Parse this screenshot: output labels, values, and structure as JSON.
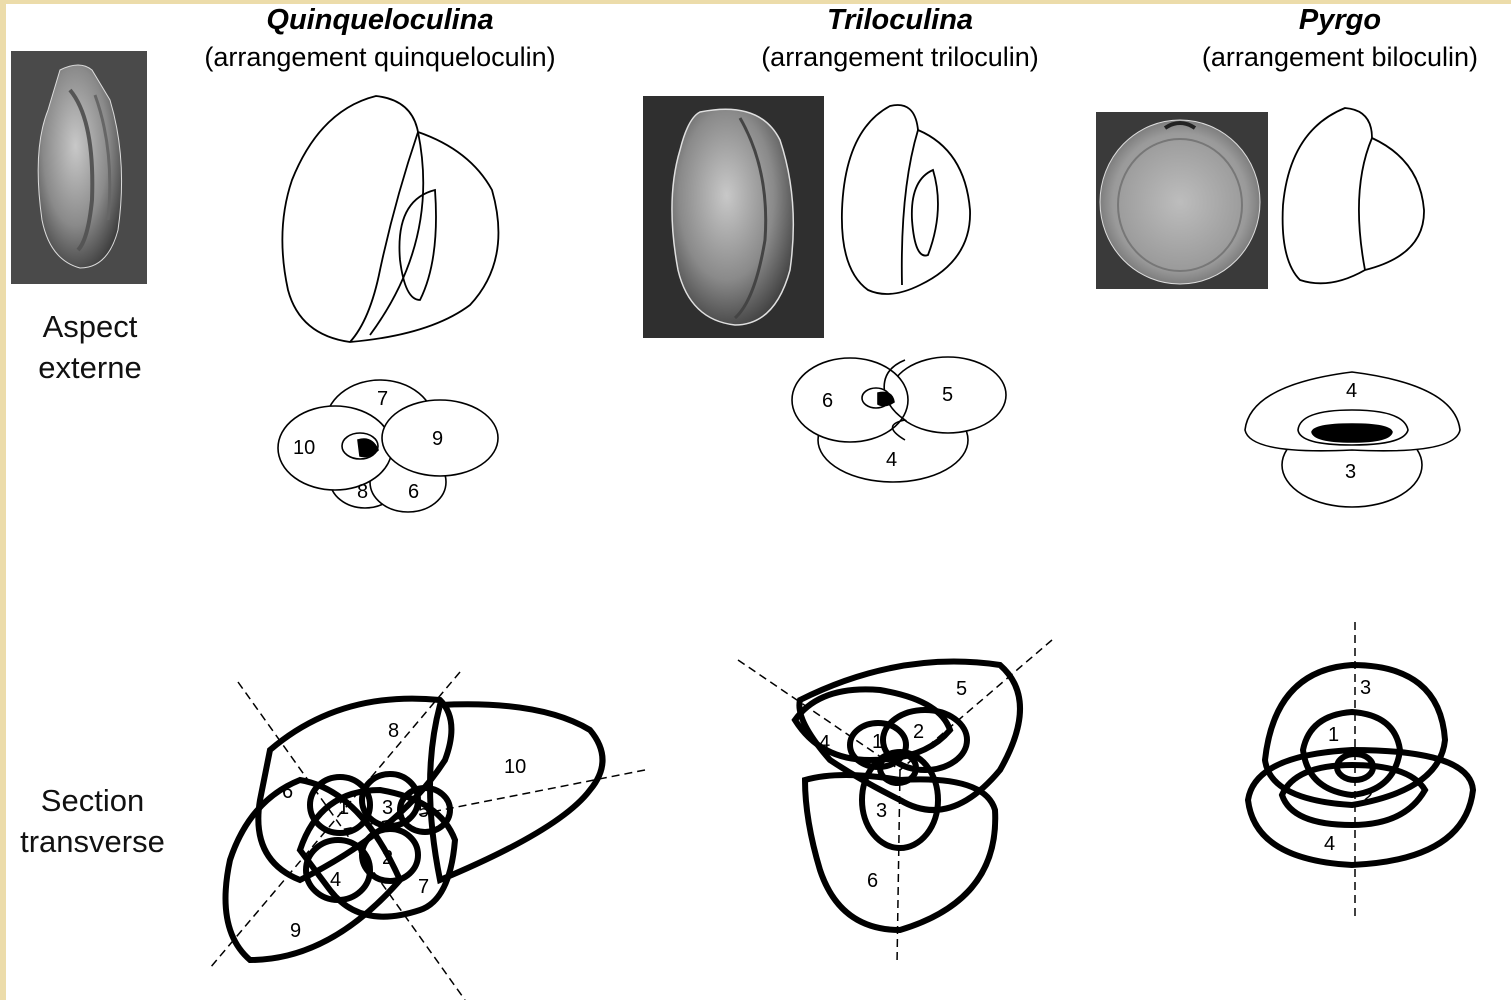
{
  "columns": [
    {
      "genus": "Quinqueloculina",
      "arrangement": "(arrangement quinqueloculin)"
    },
    {
      "genus": "Triloculina",
      "arrangement": "(arrangement triloculin)"
    },
    {
      "genus": "Pyrgo",
      "arrangement": "(arrangement biloculin)"
    }
  ],
  "rows": {
    "external": {
      "line1": "Aspect",
      "line2": "externe"
    },
    "section": {
      "line1": "Section",
      "line2": "transverse"
    }
  },
  "apertural_labels": {
    "quinqueloculina": [
      "7",
      "10",
      "9",
      "8",
      "6"
    ],
    "triloculina": [
      "6",
      "5",
      "4"
    ],
    "pyrgo": [
      "4",
      "3"
    ]
  },
  "section_labels": {
    "quinqueloculina": [
      "8",
      "10",
      "6",
      "1",
      "3",
      "5",
      "2",
      "4",
      "7",
      "9"
    ],
    "triloculina": [
      "5",
      "4",
      "1",
      "2",
      "3",
      "6"
    ],
    "pyrgo": [
      "3",
      "1",
      "2",
      "4"
    ]
  },
  "colors": {
    "frame": "#ecdcaa",
    "ink": "#000000",
    "photo_bg": "#3a3a3a"
  }
}
